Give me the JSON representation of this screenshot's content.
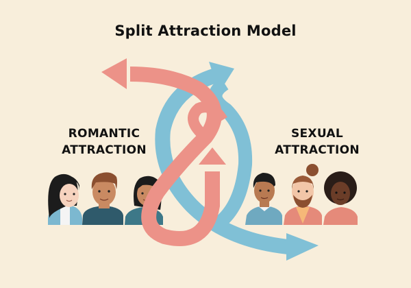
{
  "diagram": {
    "title": "Split Attraction Model",
    "left_label": {
      "line1": "ROMANTIC",
      "line2": "ATTRACTION"
    },
    "right_label": {
      "line1": "SEXUAL",
      "line2": "ATTRACTION"
    },
    "colors": {
      "background": "#f8eedb",
      "romantic_arrow": "#ec9288",
      "sexual_arrow": "#80c0d6",
      "text": "#111111"
    },
    "arrows": [
      {
        "name": "romantic-arrow",
        "color": "coral",
        "directions": [
          "left",
          "up"
        ]
      },
      {
        "name": "sexual-arrow",
        "color": "blue",
        "directions": [
          "up-right",
          "right"
        ]
      }
    ],
    "people_left": [
      {
        "description": "woman with long black hair, light blue top"
      },
      {
        "description": "man with brown quiff hair, dark teal shirt"
      },
      {
        "description": "woman with black bangs, teal top"
      }
    ],
    "people_right": [
      {
        "description": "man with short black hair, blue collared sweater"
      },
      {
        "description": "bearded man with hair bun, coral cardigan"
      },
      {
        "description": "woman with curly black hair, coral top"
      }
    ]
  }
}
